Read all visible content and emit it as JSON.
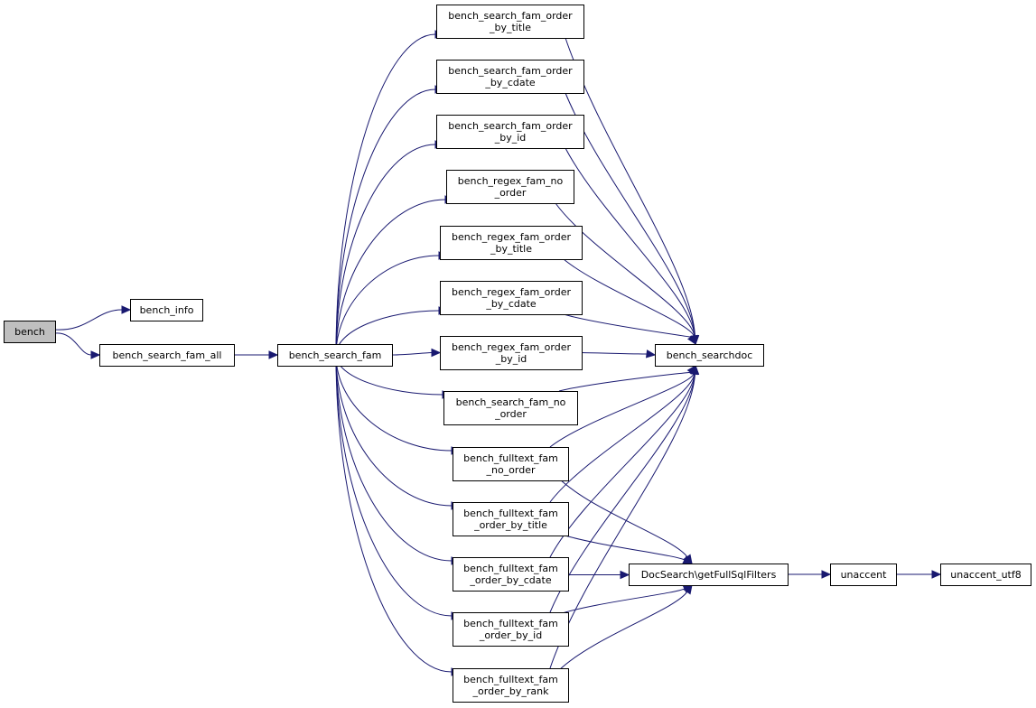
{
  "colors": {
    "edge": "#191970",
    "node_fill": "#ffffff",
    "root_fill": "#bfbfbf",
    "node_stroke": "#000000"
  },
  "nodes": [
    {
      "id": "bench",
      "lines": [
        "bench"
      ],
      "root": true
    },
    {
      "id": "bench_info",
      "lines": [
        "bench_info"
      ]
    },
    {
      "id": "bench_search_fam_all",
      "lines": [
        "bench_search_fam_all"
      ]
    },
    {
      "id": "bench_search_fam",
      "lines": [
        "bench_search_fam"
      ]
    },
    {
      "id": "sfo_title",
      "lines": [
        "bench_search_fam_order",
        "_by_title"
      ]
    },
    {
      "id": "sfo_cdate",
      "lines": [
        "bench_search_fam_order",
        "_by_cdate"
      ]
    },
    {
      "id": "sfo_id",
      "lines": [
        "bench_search_fam_order",
        "_by_id"
      ]
    },
    {
      "id": "rf_no",
      "lines": [
        "bench_regex_fam_no",
        "_order"
      ]
    },
    {
      "id": "rfo_title",
      "lines": [
        "bench_regex_fam_order",
        "_by_title"
      ]
    },
    {
      "id": "rfo_cdate",
      "lines": [
        "bench_regex_fam_order",
        "_by_cdate"
      ]
    },
    {
      "id": "rfo_id",
      "lines": [
        "bench_regex_fam_order",
        "_by_id"
      ]
    },
    {
      "id": "sf_no",
      "lines": [
        "bench_search_fam_no",
        "_order"
      ]
    },
    {
      "id": "ft_no",
      "lines": [
        "bench_fulltext_fam",
        "_no_order"
      ]
    },
    {
      "id": "ft_title",
      "lines": [
        "bench_fulltext_fam",
        "_order_by_title"
      ]
    },
    {
      "id": "ft_cdate",
      "lines": [
        "bench_fulltext_fam",
        "_order_by_cdate"
      ]
    },
    {
      "id": "ft_id",
      "lines": [
        "bench_fulltext_fam",
        "_order_by_id"
      ]
    },
    {
      "id": "ft_rank",
      "lines": [
        "bench_fulltext_fam",
        "_order_by_rank"
      ]
    },
    {
      "id": "searchdoc",
      "lines": [
        "bench_searchdoc"
      ]
    },
    {
      "id": "getfull",
      "lines": [
        "DocSearch\\getFullSqlFilters"
      ]
    },
    {
      "id": "unaccent",
      "lines": [
        "unaccent"
      ]
    },
    {
      "id": "unaccent_utf8",
      "lines": [
        "unaccent_utf8"
      ]
    }
  ],
  "edges": [
    [
      "bench",
      "bench_info"
    ],
    [
      "bench",
      "bench_search_fam_all"
    ],
    [
      "bench_search_fam_all",
      "bench_search_fam"
    ],
    [
      "bench_search_fam",
      "sfo_title"
    ],
    [
      "bench_search_fam",
      "sfo_cdate"
    ],
    [
      "bench_search_fam",
      "sfo_id"
    ],
    [
      "bench_search_fam",
      "rf_no"
    ],
    [
      "bench_search_fam",
      "rfo_title"
    ],
    [
      "bench_search_fam",
      "rfo_cdate"
    ],
    [
      "bench_search_fam",
      "rfo_id"
    ],
    [
      "bench_search_fam",
      "sf_no"
    ],
    [
      "bench_search_fam",
      "ft_no"
    ],
    [
      "bench_search_fam",
      "ft_title"
    ],
    [
      "bench_search_fam",
      "ft_cdate"
    ],
    [
      "bench_search_fam",
      "ft_id"
    ],
    [
      "bench_search_fam",
      "ft_rank"
    ],
    [
      "sfo_title",
      "searchdoc"
    ],
    [
      "sfo_cdate",
      "searchdoc"
    ],
    [
      "sfo_id",
      "searchdoc"
    ],
    [
      "rf_no",
      "searchdoc"
    ],
    [
      "rfo_title",
      "searchdoc"
    ],
    [
      "rfo_cdate",
      "searchdoc"
    ],
    [
      "rfo_id",
      "searchdoc"
    ],
    [
      "sf_no",
      "searchdoc"
    ],
    [
      "ft_no",
      "searchdoc"
    ],
    [
      "ft_title",
      "searchdoc"
    ],
    [
      "ft_cdate",
      "searchdoc"
    ],
    [
      "ft_id",
      "searchdoc"
    ],
    [
      "ft_rank",
      "searchdoc"
    ],
    [
      "ft_no",
      "getfull"
    ],
    [
      "ft_title",
      "getfull"
    ],
    [
      "ft_cdate",
      "getfull"
    ],
    [
      "ft_id",
      "getfull"
    ],
    [
      "ft_rank",
      "getfull"
    ],
    [
      "getfull",
      "unaccent"
    ],
    [
      "unaccent",
      "unaccent_utf8"
    ]
  ]
}
